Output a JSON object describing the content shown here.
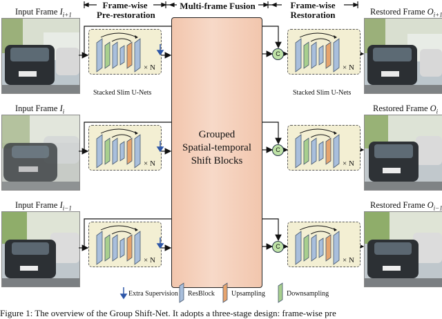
{
  "headers": {
    "stage1": "Frame-wise\nPre-restoration",
    "stage2": "Multi-frame Fusion",
    "stage3": "Frame-wise\nRestoration"
  },
  "center_block": [
    "Grouped",
    "Spatial-temporal",
    "Shift Blocks"
  ],
  "rows": [
    {
      "input_prefix": "Input Frame ",
      "input_sym": "I",
      "input_sub": "i+1",
      "output_prefix": "Restored Frame ",
      "output_sym": "O",
      "output_sub": "i+1"
    },
    {
      "input_prefix": "Input Frame ",
      "input_sym": "I",
      "input_sub": "i",
      "output_prefix": "Restored Frame ",
      "output_sym": "O",
      "output_sub": "i"
    },
    {
      "input_prefix": "Input Frame ",
      "input_sym": "I",
      "input_sub": "i−1",
      "output_prefix": "Restored Frame ",
      "output_sym": "O",
      "output_sub": "i−1"
    }
  ],
  "unet_label": "Stacked Slim U-Nets",
  "repeat_label": "× N",
  "concat_symbol": "C",
  "legend": {
    "supervision": "Extra Supervision",
    "resblock": "ResBlock",
    "upsampling": "Upsampling",
    "downsampling": "Downsampling"
  },
  "colors": {
    "resblock": "#a9bfdc",
    "upsampling": "#e6a46e",
    "downsampling": "#a8cf8e",
    "fusion": "#f4cdb6",
    "unet_bg": "#f3efd3",
    "supervision_arrow": "#2e57a8"
  },
  "caption": "Figure 1: The overview of the Group Shift-Net. It adopts a three-stage design: frame-wise pre"
}
